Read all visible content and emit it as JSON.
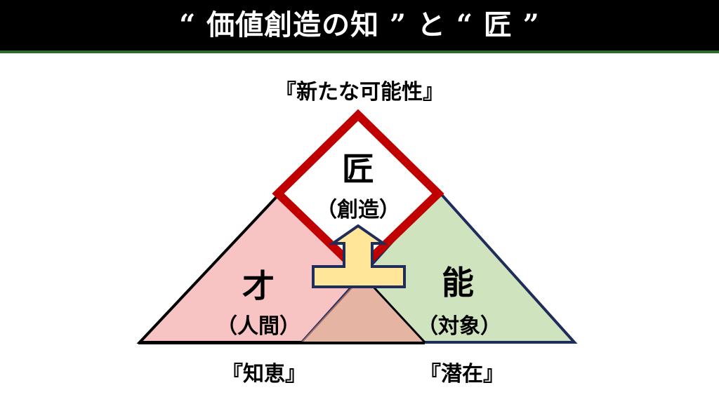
{
  "header": {
    "title": "“ 価値創造の知 ” と “ 匠 ”"
  },
  "diagram": {
    "top_label": "『新たな可能性』",
    "center": {
      "main": "匠",
      "sub": "（創造）"
    },
    "left": {
      "main": "才",
      "sub": "（人間）",
      "caption": "『知恵』"
    },
    "right": {
      "main": "能",
      "sub": "（対象）",
      "caption": "『潜在』"
    }
  },
  "colors": {
    "header_bg": "#000000",
    "header_line": "#2f6b31",
    "left_fill": "#f8c3c3",
    "right_fill": "#cfe3bf",
    "overlap_fill": "#e6b4a3",
    "diamond_border": "#c00000",
    "arrow_fill": "#ffe699",
    "arrow_border": "#1f2d5a"
  }
}
